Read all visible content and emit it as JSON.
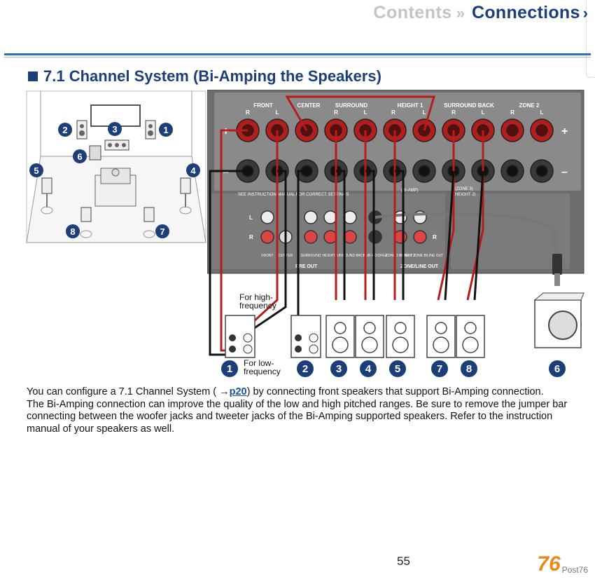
{
  "nav": {
    "contents": "Contents",
    "connections": "Connections"
  },
  "section": {
    "title": "7.1 Channel System (Bi-Amping the Speakers)"
  },
  "room_badges": [
    "2",
    "3",
    "1",
    "6",
    "5",
    "4",
    "8",
    "7"
  ],
  "panel": {
    "headers": [
      "FRONT",
      "CENTER",
      "SURROUND",
      "HEIGHT 1",
      "SURROUND BACK",
      "ZONE 2"
    ],
    "rl": [
      "R",
      "L",
      "R",
      "L",
      "R",
      "L",
      "R",
      "L",
      "R",
      "L"
    ],
    "notes": [
      "SEE INSTRUCTION MANUAL FOR CORRECT SETTINGS",
      "(BI-AMP)",
      "(ZONE 3)",
      "(HEIGHT 2)"
    ],
    "preout_rows": [
      "L",
      "R"
    ],
    "preout_labels": [
      "FRONT",
      "CENTER",
      "SURROUND",
      "HEIGHT",
      "SURROUND BACK",
      "SUB-WOOFER",
      "ZONE 3 HEIGHT 2",
      "ZONE 2 ZONE B/LINE OUT"
    ],
    "preout_title": "PRE OUT",
    "line_out_title": "ZONE/LINE OUT",
    "plus": "+",
    "minus": "–",
    "high_freq": "For high-frequency",
    "low_freq": "For low-frequency",
    "speaker_badges": [
      "1",
      "2",
      "3",
      "4",
      "5",
      "7",
      "8",
      "6"
    ]
  },
  "body": {
    "line1_pre": "You can configure a 7.1 Channel System ( →",
    "link": "p20",
    "line1_post": ") by connecting front speakers that support Bi-Amping connection.",
    "rest": "The Bi-Amping connection can improve the quality of the low and high pitched ranges. Be sure to remove the jumper bar connecting between the woofer jacks and tweeter jacks of the Bi-Amping supported speakers. Refer to the instruction manual of your speakers as well."
  },
  "page_number": "55",
  "watermark": {
    "number": "76",
    "site": "Post76"
  }
}
